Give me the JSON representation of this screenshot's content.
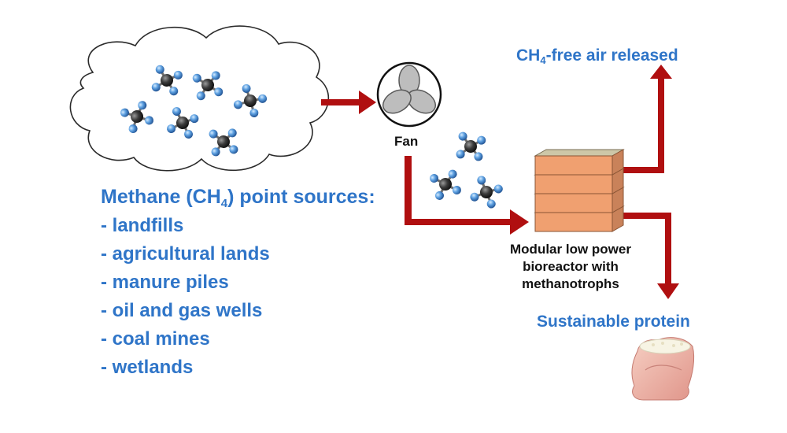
{
  "sources": {
    "title_prefix": "Methane (CH",
    "title_sub": "4",
    "title_suffix": ") point sources:",
    "items": [
      "- landfills",
      "- agricultural lands",
      "- manure piles",
      "- oil and gas wells",
      "- coal mines",
      "- wetlands"
    ]
  },
  "fan": {
    "label": "Fan"
  },
  "outputs": {
    "air_prefix": "CH",
    "air_sub": "4",
    "air_suffix": "-free air released",
    "protein": "Sustainable protein"
  },
  "bioreactor": {
    "label": "Modular low power bioreactor with methanotrophs"
  },
  "colors": {
    "text_blue": "#2f75c8",
    "arrow_red": "#b00f10",
    "reactor_orange": "#f0a070",
    "reactor_top": "#c9c2a0",
    "carbon": "#333333",
    "hydrogen": "#4f8fd6"
  }
}
